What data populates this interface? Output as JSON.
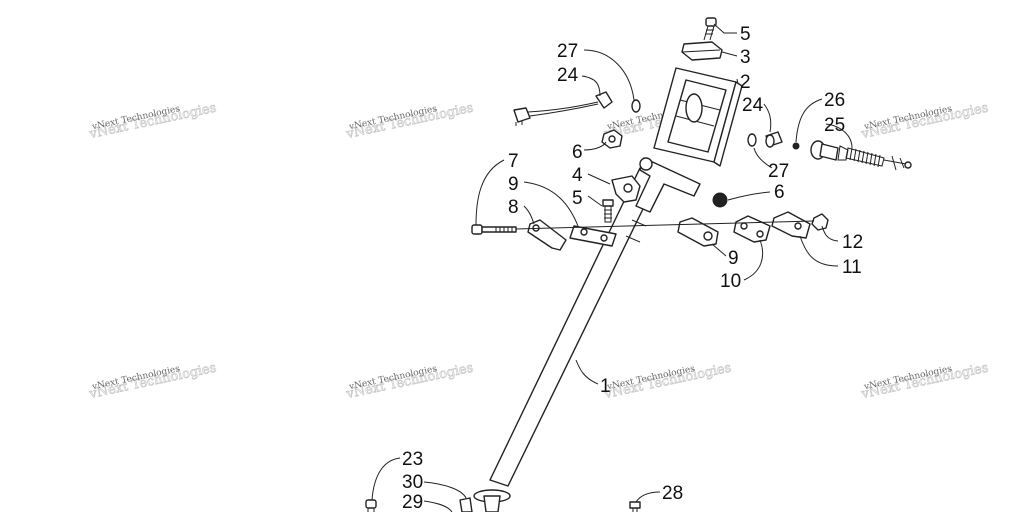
{
  "watermark": {
    "text": "vNext Technologies"
  },
  "callouts": [
    {
      "id": "p1",
      "label": "1"
    },
    {
      "id": "p2",
      "label": "2"
    },
    {
      "id": "p3",
      "label": "3"
    },
    {
      "id": "p4",
      "label": "4"
    },
    {
      "id": "p5a",
      "label": "5"
    },
    {
      "id": "p5b",
      "label": "5"
    },
    {
      "id": "p6a",
      "label": "6"
    },
    {
      "id": "p6b",
      "label": "6"
    },
    {
      "id": "p7",
      "label": "7"
    },
    {
      "id": "p8",
      "label": "8"
    },
    {
      "id": "p9a",
      "label": "9"
    },
    {
      "id": "p9b",
      "label": "9"
    },
    {
      "id": "p10",
      "label": "10"
    },
    {
      "id": "p11",
      "label": "11"
    },
    {
      "id": "p12",
      "label": "12"
    },
    {
      "id": "p23",
      "label": "23"
    },
    {
      "id": "p24a",
      "label": "24"
    },
    {
      "id": "p24b",
      "label": "24"
    },
    {
      "id": "p25",
      "label": "25"
    },
    {
      "id": "p26",
      "label": "26"
    },
    {
      "id": "p27a",
      "label": "27"
    },
    {
      "id": "p27b",
      "label": "27"
    },
    {
      "id": "p28",
      "label": "28"
    },
    {
      "id": "p29",
      "label": "29"
    },
    {
      "id": "p30",
      "label": "30"
    }
  ]
}
